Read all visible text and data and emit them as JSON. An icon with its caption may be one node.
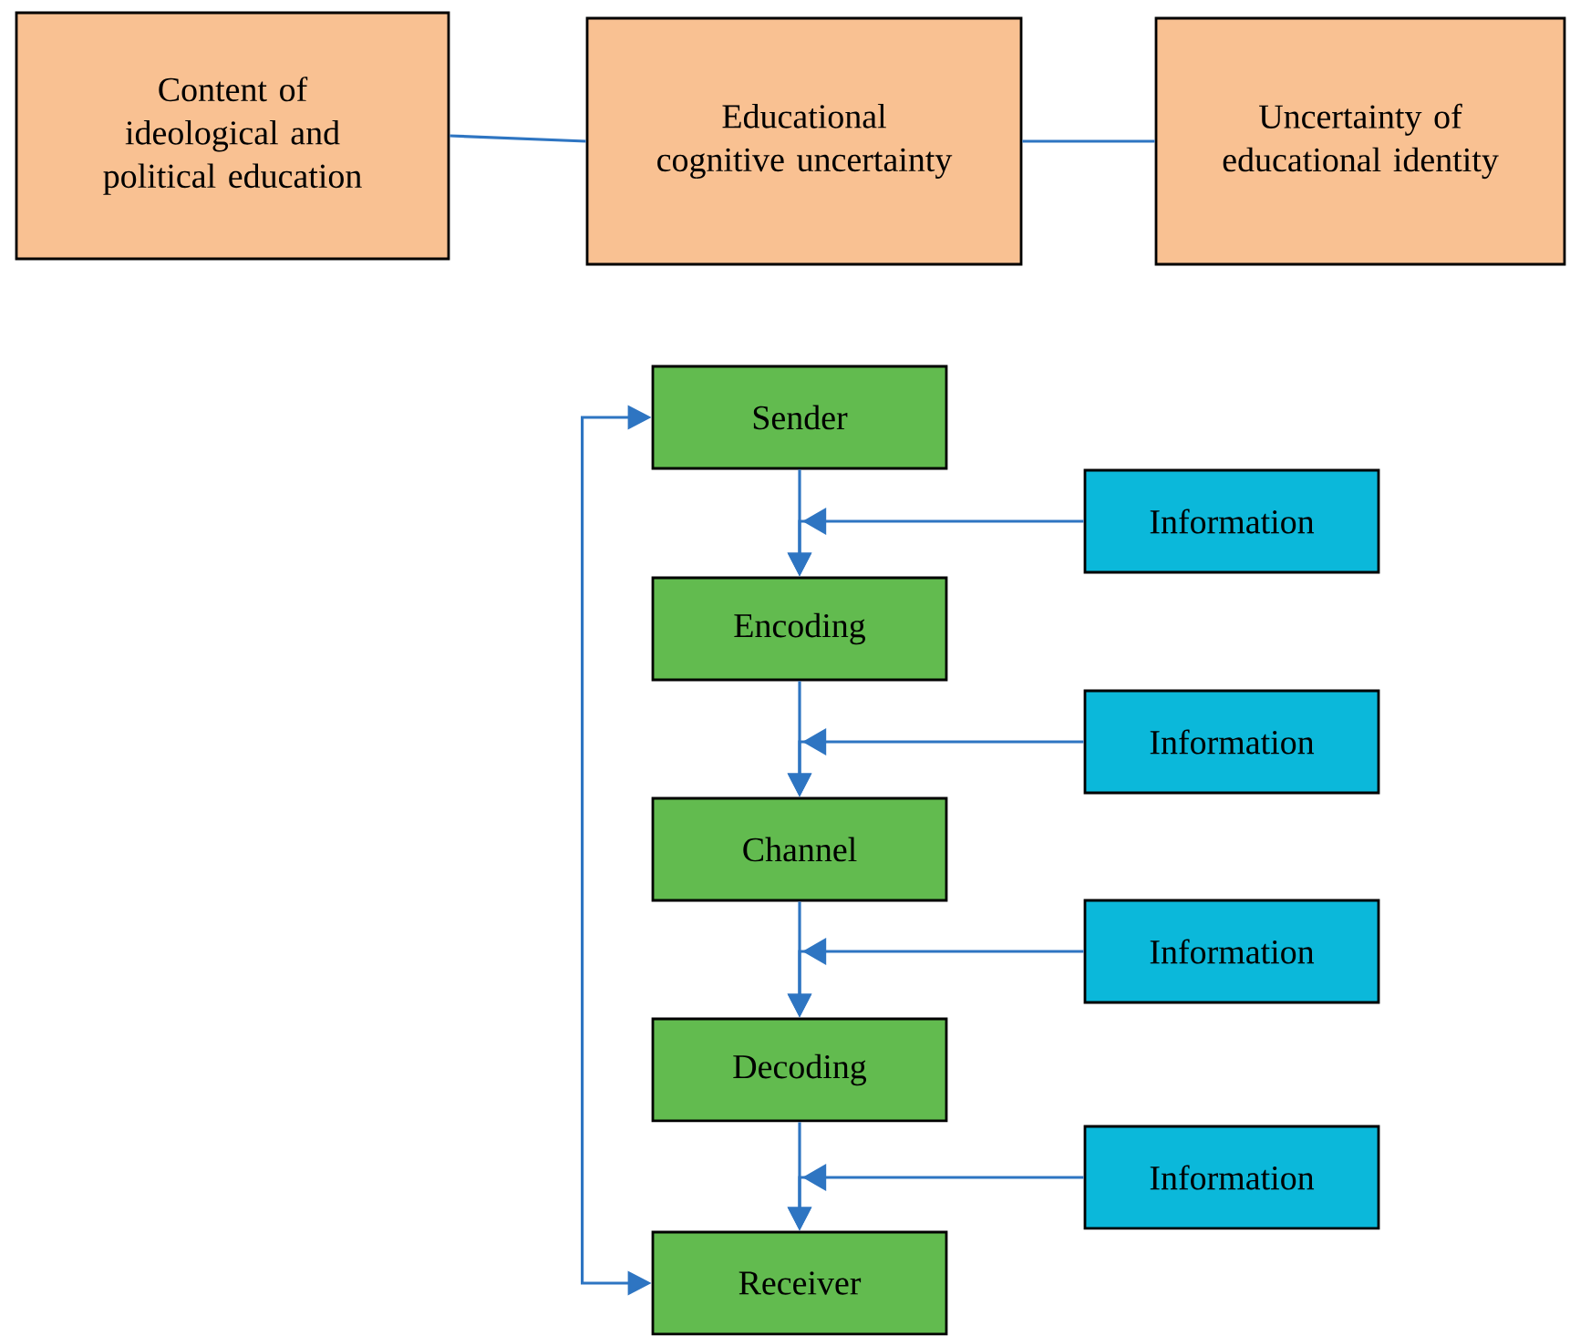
{
  "diagram": {
    "nodes": [
      {
        "text": [
          "Content of ideological and political education"
        ]
      },
      {
        "text": [
          "Educational cognitive uncertainty"
        ]
      },
      {
        "text": [
          "Uncertainty of educational identity"
        ]
      },
      {
        "text": [
          "Sender"
        ]
      },
      {
        "text": [
          "Information"
        ]
      },
      {
        "text": [
          "Encoding"
        ]
      },
      {
        "text": [
          "Information"
        ]
      },
      {
        "text": [
          "Channel"
        ]
      },
      {
        "text": [
          "Information"
        ]
      },
      {
        "text": [
          "Decoding"
        ]
      },
      {
        "text": [
          "Information"
        ]
      },
      {
        "text": [
          "Receiver"
        ]
      }
    ],
    "edges": [
      {
        "from": 0,
        "to": 1,
        "arrow": "none"
      },
      {
        "from": 1,
        "to": 2,
        "arrow": "none"
      },
      {
        "from": 3,
        "to": 5,
        "arrow": "to"
      },
      {
        "from": 4,
        "to": 5,
        "arrow": "to"
      },
      {
        "from": 5,
        "to": 7,
        "arrow": "to"
      },
      {
        "from": 6,
        "to": 7,
        "arrow": "to"
      },
      {
        "from": 7,
        "to": 9,
        "arrow": "to"
      },
      {
        "from": 8,
        "to": 9,
        "arrow": "to"
      },
      {
        "from": 9,
        "to": 11,
        "arrow": "to"
      },
      {
        "from": 10,
        "to": 11,
        "arrow": "to"
      },
      {
        "from": 3,
        "to": 11,
        "arrow": "both"
      }
    ]
  }
}
